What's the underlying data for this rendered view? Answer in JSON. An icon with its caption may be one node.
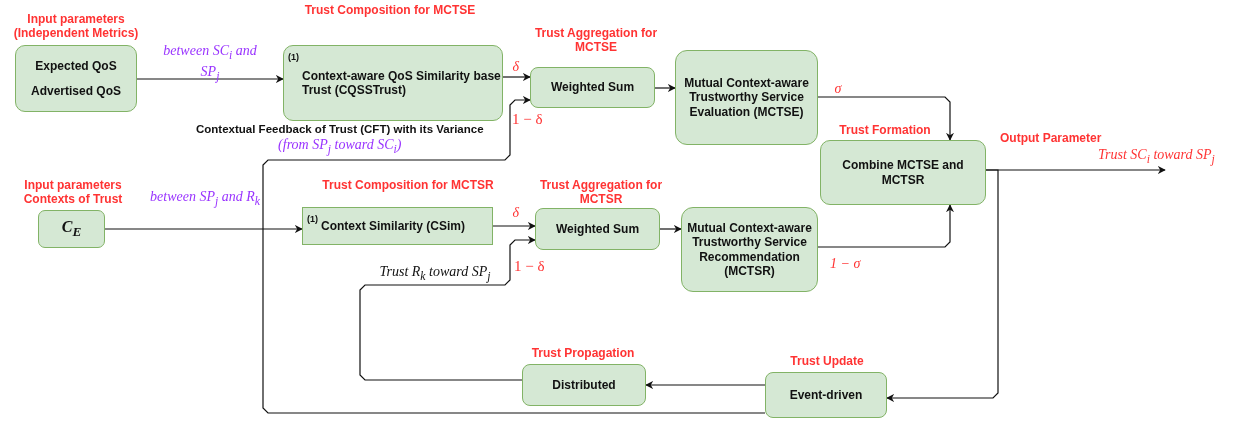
{
  "diagram": {
    "nodes": [
      {
        "text": [
          "Expected QoS",
          "Advertised QoS"
        ],
        "beside": [
          "Input parameters (Independent Metrics)"
        ]
      },
      {
        "text": [
          "(1)",
          "Context-aware QoS Similarity base Trust (CQSSTrust)"
        ],
        "beside": [
          "Trust Composition for MCTSE"
        ]
      },
      {
        "text": [
          "Weighted Sum"
        ],
        "beside": [
          "Trust Aggregation for MCTSE"
        ]
      },
      {
        "text": [
          "Mutual Context-aware Trustworthy Service Evaluation (MCTSE)"
        ]
      },
      {
        "text": [
          "Combine MCTSE and MCTSR"
        ],
        "beside": [
          "Trust Formation"
        ]
      },
      {
        "text": [
          "C$_{E}$"
        ],
        "beside": [
          "Input parameters Contexts of Trust"
        ]
      },
      {
        "text": [
          "(1)",
          "Context Similarity (CSim)"
        ],
        "beside": [
          "Trust Composition for MCTSR"
        ]
      },
      {
        "text": [
          "Weighted Sum"
        ],
        "beside": [
          "Trust Aggregation for MCTSR"
        ]
      },
      {
        "text": [
          "Mutual Context-aware Trustworthy Service Recommendation (MCTSR)"
        ]
      },
      {
        "text": [
          "Distributed"
        ],
        "beside": [
          "Trust Propagation"
        ]
      },
      {
        "text": [
          "Event-driven"
        ],
        "beside": [
          "Trust Update"
        ]
      }
    ],
    "edges": [
      {
        "from": 0,
        "to": 1,
        "arrow": "to",
        "label": "between SC$_{i}$ and SP$_{j}$"
      },
      {
        "from": 1,
        "to": 2,
        "arrow": "to",
        "label": "δ"
      },
      {
        "from": 2,
        "to": 3,
        "arrow": "to"
      },
      {
        "from": 3,
        "to": 4,
        "arrow": "to",
        "label": "σ"
      },
      {
        "from": 10,
        "to": 2,
        "arrow": "to",
        "label": "**Contextual Feedback of Trust (CFT) with its Variance** *(from SP$_{j}$ toward SC$_{i}$)*"
      },
      {
        "from": 5,
        "to": 6,
        "arrow": "to",
        "label": "between SP$_{j}$ and R$_{k}$"
      },
      {
        "from": 6,
        "to": 7,
        "arrow": "to",
        "label": "δ"
      },
      {
        "from": 7,
        "to": 8,
        "arrow": "to"
      },
      {
        "from": 8,
        "to": 4,
        "arrow": "to",
        "label": "1 − σ"
      },
      {
        "from": 4,
        "to": null,
        "arrow": "to",
        "label": "Trust SC$_{i}$ toward SP$_{j}$"
      },
      {
        "from": 4,
        "to": 10,
        "arrow": "to"
      },
      {
        "from": 10,
        "to": 9,
        "arrow": "to"
      },
      {
        "from": 9,
        "to": 7,
        "arrow": "to",
        "label": "Trust R$_{k}$ toward SP$_{j}$"
      }
    ],
    "labels": [
      "1 − δ",
      "Output Parameter",
      "1 − δ"
    ]
  }
}
